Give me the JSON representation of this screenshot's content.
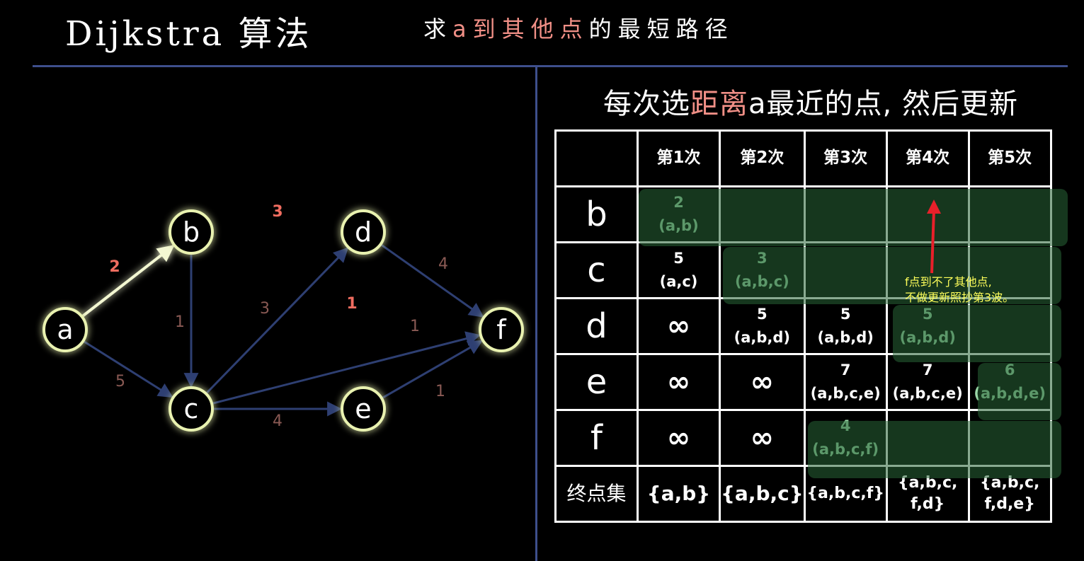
{
  "header": {
    "title": "Dijkstra 算法",
    "subtitle_prefix": "求",
    "subtitle_highlight": "a到其他点",
    "subtitle_suffix": "的最短路径"
  },
  "right_heading": {
    "prefix": "每次选",
    "highlight": "距离",
    "suffix": "a最近的点, 然后更新"
  },
  "graph": {
    "nodes": [
      "a",
      "b",
      "c",
      "d",
      "e",
      "f"
    ],
    "edges": [
      {
        "from": "a",
        "to": "b",
        "weight": "2",
        "highlight": true
      },
      {
        "from": "a",
        "to": "c",
        "weight": "5",
        "highlight": false
      },
      {
        "from": "b",
        "to": "d",
        "weight": "3",
        "highlight": true
      },
      {
        "from": "b",
        "to": "c",
        "weight": "1",
        "highlight": false
      },
      {
        "from": "c",
        "to": "d",
        "weight": "3",
        "highlight": false
      },
      {
        "from": "c",
        "to": "e",
        "weight": "4",
        "highlight": false
      },
      {
        "from": "c",
        "to": "f",
        "weight": "1",
        "highlight": false
      },
      {
        "from": "d",
        "to": "e",
        "weight": "1",
        "highlight": true
      },
      {
        "from": "d",
        "to": "f",
        "weight": "4",
        "highlight": false
      },
      {
        "from": "e",
        "to": "f",
        "weight": "1",
        "highlight": false
      }
    ],
    "colors": {
      "highlight_edge": "#f3f7d2",
      "normal_edge": "#2e3f72",
      "node_glow": "#e9f2b0"
    }
  },
  "table": {
    "headers": [
      "第1次",
      "第2次",
      "第3次",
      "第4次",
      "第5次"
    ],
    "rows": [
      {
        "label": "b",
        "cells": [
          {
            "v": "2",
            "p": "(a,b)"
          },
          {
            "v": "",
            "p": ""
          },
          {
            "v": "",
            "p": ""
          },
          {
            "v": "",
            "p": ""
          },
          {
            "v": "",
            "p": ""
          }
        ]
      },
      {
        "label": "c",
        "cells": [
          {
            "v": "5",
            "p": "(a,c)"
          },
          {
            "v": "3",
            "p": "(a,b,c)"
          },
          {
            "v": "",
            "p": ""
          },
          {
            "v": "",
            "p": ""
          },
          {
            "v": "",
            "p": ""
          }
        ]
      },
      {
        "label": "d",
        "cells": [
          {
            "v": "∞",
            "p": ""
          },
          {
            "v": "5",
            "p": "(a,b,d)"
          },
          {
            "v": "5",
            "p": "(a,b,d)"
          },
          {
            "v": "5",
            "p": "(a,b,d)"
          },
          {
            "v": "",
            "p": ""
          }
        ]
      },
      {
        "label": "e",
        "cells": [
          {
            "v": "∞",
            "p": ""
          },
          {
            "v": "∞",
            "p": ""
          },
          {
            "v": "7",
            "p": "(a,b,c,e)"
          },
          {
            "v": "7",
            "p": "(a,b,c,e)"
          },
          {
            "v": "6",
            "p": "(a,b,d,e)"
          }
        ]
      },
      {
        "label": "f",
        "cells": [
          {
            "v": "∞",
            "p": ""
          },
          {
            "v": "∞",
            "p": ""
          },
          {
            "v": "4",
            "p": "(a,b,c,f)"
          },
          {
            "v": "",
            "p": ""
          },
          {
            "v": "",
            "p": ""
          }
        ]
      }
    ],
    "final_row": {
      "label": "终点集",
      "cells": [
        "{a,b}",
        "{a,b,c}",
        "{a,b,c,f}",
        "{a,b,c,\nf,d}",
        "{a,b,c,\nf,d,e}"
      ]
    }
  },
  "note": {
    "line1": "f点到不了其他点,",
    "line2": "不做更新照抄第3波。"
  },
  "colors": {
    "accent_red": "#f08f86",
    "note_yellow": "#ffff5a",
    "green_text": "#9bd8a8",
    "divider": "#3e4f8c"
  }
}
